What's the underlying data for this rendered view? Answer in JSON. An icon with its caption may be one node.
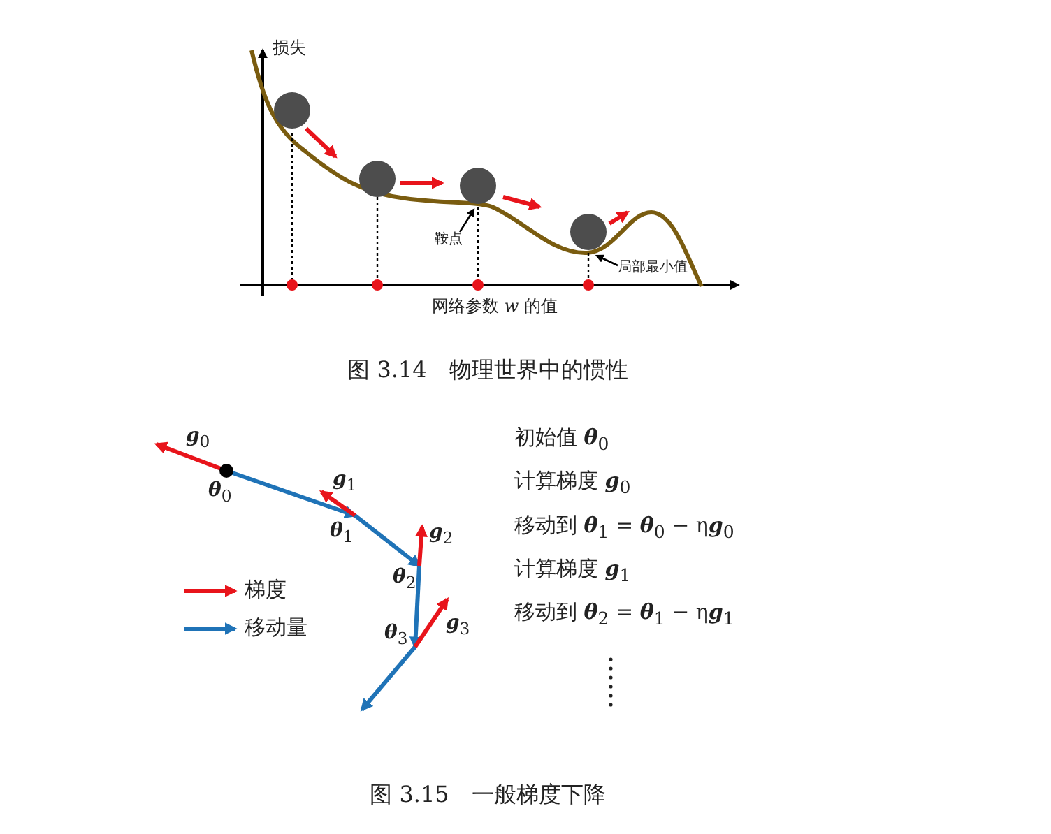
{
  "diagram": {
    "nodes": [
      {
        "text": [
          "鞍点"
        ]
      },
      {
        "text": [
          "局部最小值"
        ]
      }
    ],
    "edges": [
      {
        "from": 0,
        "to": null,
        "arrow": "to"
      },
      {
        "from": 1,
        "to": null,
        "arrow": "to"
      }
    ],
    "labels": [
      "损失",
      "网络参数 *w* 的值",
      "图 3.14　物理世界中的惯性",
      "**g**$_{0}$",
      "**θ**$_{0}$",
      "**g**$_{1}$",
      "**θ**$_{1}$",
      "**g**$_{2}$",
      "**θ**$_{2}$",
      "**θ**$_{3}$",
      "**g**$_{3}$",
      "初始值 **θ**$_{0}$",
      "计算梯度 **g**$_{0}$",
      "移动到 **θ**$_{1}$ = **θ**$_{0}$ − η**g**$_{0}$",
      "计算梯度 **g**$_{1}$",
      "移动到 **θ**$_{2}$ = **θ**$_{1}$ − η**g**$_{1}$",
      "图 3.15　一般梯度下降"
    ],
    "legend": [
      {
        "text": "梯度"
      },
      {
        "text": "移动量"
      }
    ]
  }
}
